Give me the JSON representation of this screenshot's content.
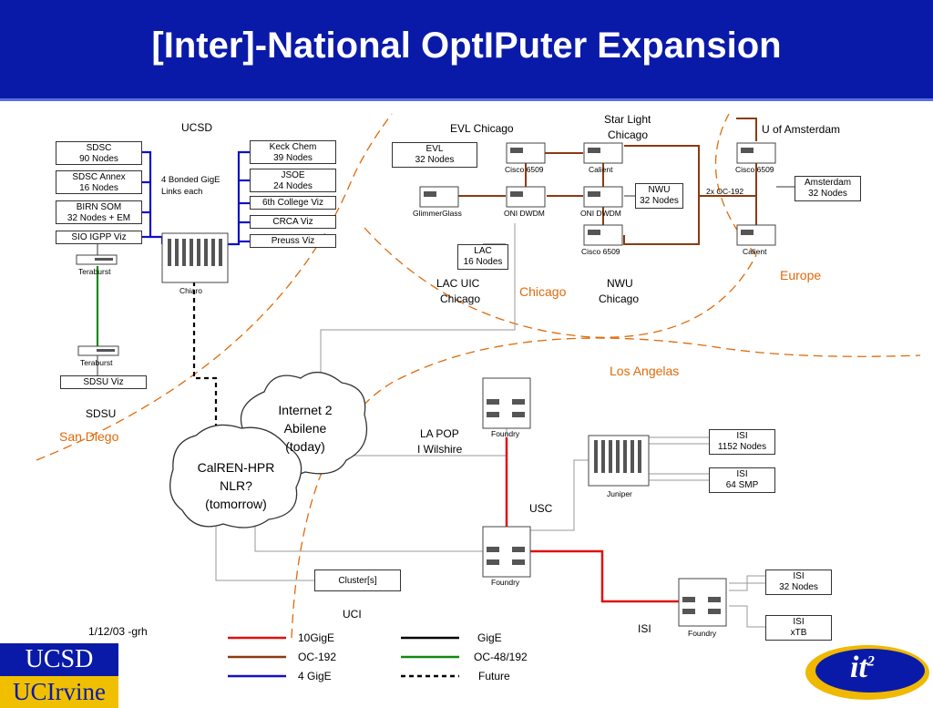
{
  "title": "[Inter]-National OptIPuter Expansion",
  "regions": {
    "ucsd": "UCSD",
    "evl_chicago": "EVL Chicago",
    "star_light": "Star Light",
    "star_light_city": "Chicago",
    "u_amsterdam": "U of Amsterdam",
    "sdsu": "SDSU",
    "san_diego": "San Diego",
    "chicago": "Chicago",
    "europe": "Europe",
    "los_angeles": "Los Angelas",
    "usc": "USC",
    "uci": "UCI",
    "isi": "ISI",
    "la_pop_1": "LA POP",
    "la_pop_2": "I Wilshire",
    "lac_uic_1": "LAC  UIC",
    "lac_uic_2": "Chicago",
    "nwu_chicago_1": "NWU",
    "nwu_chicago_2": "Chicago"
  },
  "ucsd_boxes": [
    {
      "l1": "SDSC",
      "l2": "90 Nodes"
    },
    {
      "l1": "SDSC Annex",
      "l2": "16 Nodes"
    },
    {
      "l1": "BIRN SOM",
      "l2": "32 Nodes + EM"
    },
    {
      "l1": "SIO IGPP Viz",
      "l2": ""
    }
  ],
  "ucsd_right_boxes": [
    {
      "l1": "Keck Chem",
      "l2": "39 Nodes"
    },
    {
      "l1": "JSOE",
      "l2": "24 Nodes"
    },
    {
      "l1": "6th College Viz",
      "l2": ""
    },
    {
      "l1": "CRCA Viz",
      "l2": ""
    },
    {
      "l1": "Preuss Viz",
      "l2": ""
    }
  ],
  "bonded_1": "4 Bonded GigE",
  "bonded_2": "Links each",
  "chiaro": "Chiaro",
  "teraburst_1": "Teraburst",
  "teraburst_2": "Teraburst",
  "sdsu_viz": "SDSU Viz",
  "evl_box": {
    "l1": "EVL",
    "l2": "32 Nodes"
  },
  "lac_box": {
    "l1": "LAC",
    "l2": "16 Nodes"
  },
  "nwu_box": {
    "l1": "NWU",
    "l2": "32 Nodes"
  },
  "amsterdam_box": {
    "l1": "Amsterdam",
    "l2": "32 Nodes"
  },
  "devices": {
    "cisco1": "Cisco 6509",
    "calient1": "Calient",
    "glimmer": "GlimmerGlass",
    "oni1": "ONI DWDM",
    "oni2": "ONI DWDM",
    "cisco2": "Cisco 6509",
    "cisco3": "Cisco 6509",
    "calient2": "Calient",
    "oc192": "2x OC-192",
    "foundry1": "Foundry",
    "foundry2": "Foundry",
    "foundry3": "Foundry",
    "juniper": "Juniper"
  },
  "isi_boxes": [
    {
      "l1": "ISI",
      "l2": "1152 Nodes"
    },
    {
      "l1": "ISI",
      "l2": "64 SMP"
    },
    {
      "l1": "ISI",
      "l2": "32 Nodes"
    },
    {
      "l1": "ISI",
      "l2": "xTB"
    }
  ],
  "cluster": "Cluster[s]",
  "cloud1": {
    "l1": "Internet 2",
    "l2": "Abilene",
    "l3": "(today)"
  },
  "cloud2": {
    "l1": "CalREN-HPR",
    "l2": "NLR?",
    "l3": "(tomorrow)"
  },
  "date": "1/12/03 -grh",
  "legend": [
    {
      "label": "10GigE",
      "color": "#e01010",
      "style": "solid"
    },
    {
      "label": "OC-192",
      "color": "#8b3a10",
      "style": "solid"
    },
    {
      "label": "4 GigE",
      "color": "#1010c8",
      "style": "solid"
    },
    {
      "label": "GigE",
      "color": "#000000",
      "style": "solid"
    },
    {
      "label": "OC-48/192",
      "color": "#108a10",
      "style": "solid"
    },
    {
      "label": "Future",
      "color": "#000000",
      "style": "dashed"
    }
  ],
  "logo_ucsd": "UCSD",
  "logo_uci": "UCIrvine",
  "logo_it2": "it",
  "logo_it2_sup": "2"
}
